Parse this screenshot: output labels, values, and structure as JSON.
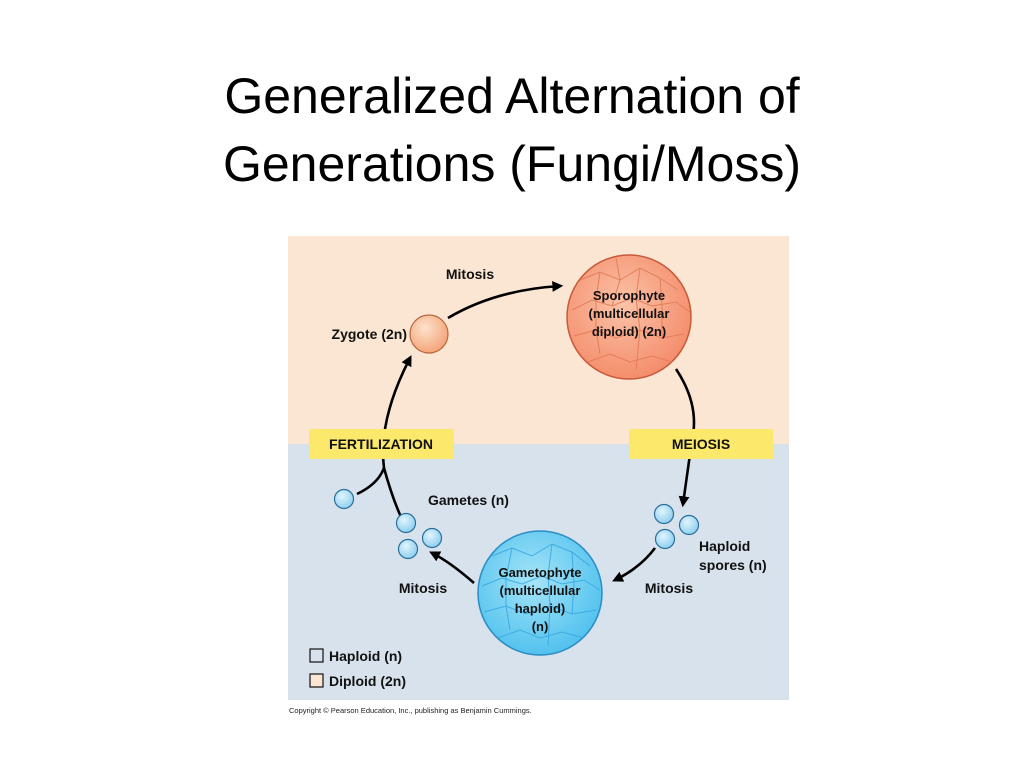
{
  "title": {
    "line1": "Generalized Alternation of",
    "line2": "Generations (Fungi/Moss)"
  },
  "diagram": {
    "mitosis_top": "Mitosis",
    "zygote": "Zygote (2n)",
    "sporophyte": [
      "Sporophyte",
      "(multicellular",
      "diploid) (2n)"
    ],
    "fertilization": "FERTILIZATION",
    "meiosis": "MEIOSIS",
    "gametes": "Gametes (n)",
    "haploid_spores": [
      "Haploid",
      "spores (n)"
    ],
    "gametophyte": [
      "Gametophyte",
      "(multicellular",
      "haploid)",
      "(n)"
    ],
    "mitosis_left": "Mitosis",
    "mitosis_right": "Mitosis",
    "legend": {
      "haploid": "Haploid (n)",
      "diploid": "Diploid (2n)"
    },
    "colors": {
      "diploid_bg": "#fbe6d4",
      "haploid_bg": "#d8e2ec",
      "sporophyte_fill": "#f7a98a",
      "gametophyte_fill": "#7ed3f2",
      "zygote_fill": "#f9c19c",
      "spore_fill": "#a9dcf5",
      "label_highlight": "#fce86a"
    }
  },
  "copyright": "Copyright © Pearson Education, Inc., publishing as Benjamin Cummings."
}
